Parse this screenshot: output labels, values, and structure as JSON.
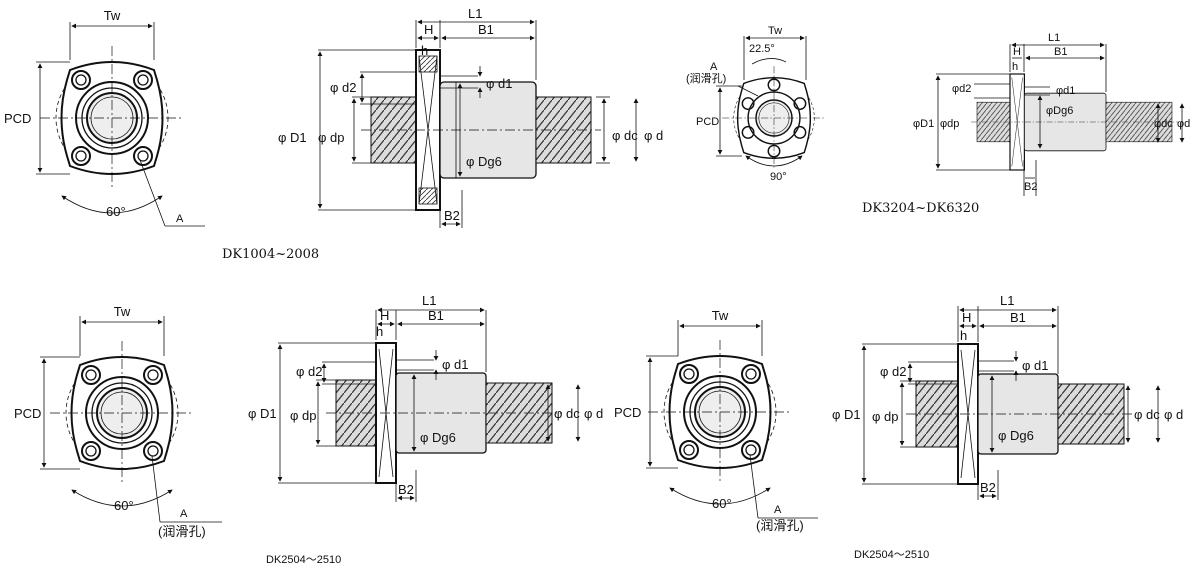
{
  "labels": {
    "tw": "Tw",
    "pcd": "PCD",
    "a": "A",
    "lube_hole": "(润滑孔)",
    "angle_60": "60°",
    "angle_90": "90°",
    "angle_22_5": "22.5°",
    "l1": "L1",
    "h": "H",
    "h_small": "h",
    "b1": "B1",
    "b2": "B2",
    "d1_flange": "φ D1",
    "d1_flange_small": "φD1",
    "d2": "φ d2",
    "d2_small": "φd2",
    "d1_hole": "φ d1",
    "d1_hole_small": "φd1",
    "dp": "φ dp",
    "dp_small": "φdp",
    "dg6": "φ Dg6",
    "dg6_small": "φDg6",
    "dc": "φ dc",
    "dc_small": "φdc",
    "d": "φ d",
    "d_small": "φd"
  },
  "models": {
    "m1": "DK1004~2008",
    "m2": "DK3204~DK6320",
    "m3": "DK2504～2510",
    "m4": "DK2504～2510"
  }
}
